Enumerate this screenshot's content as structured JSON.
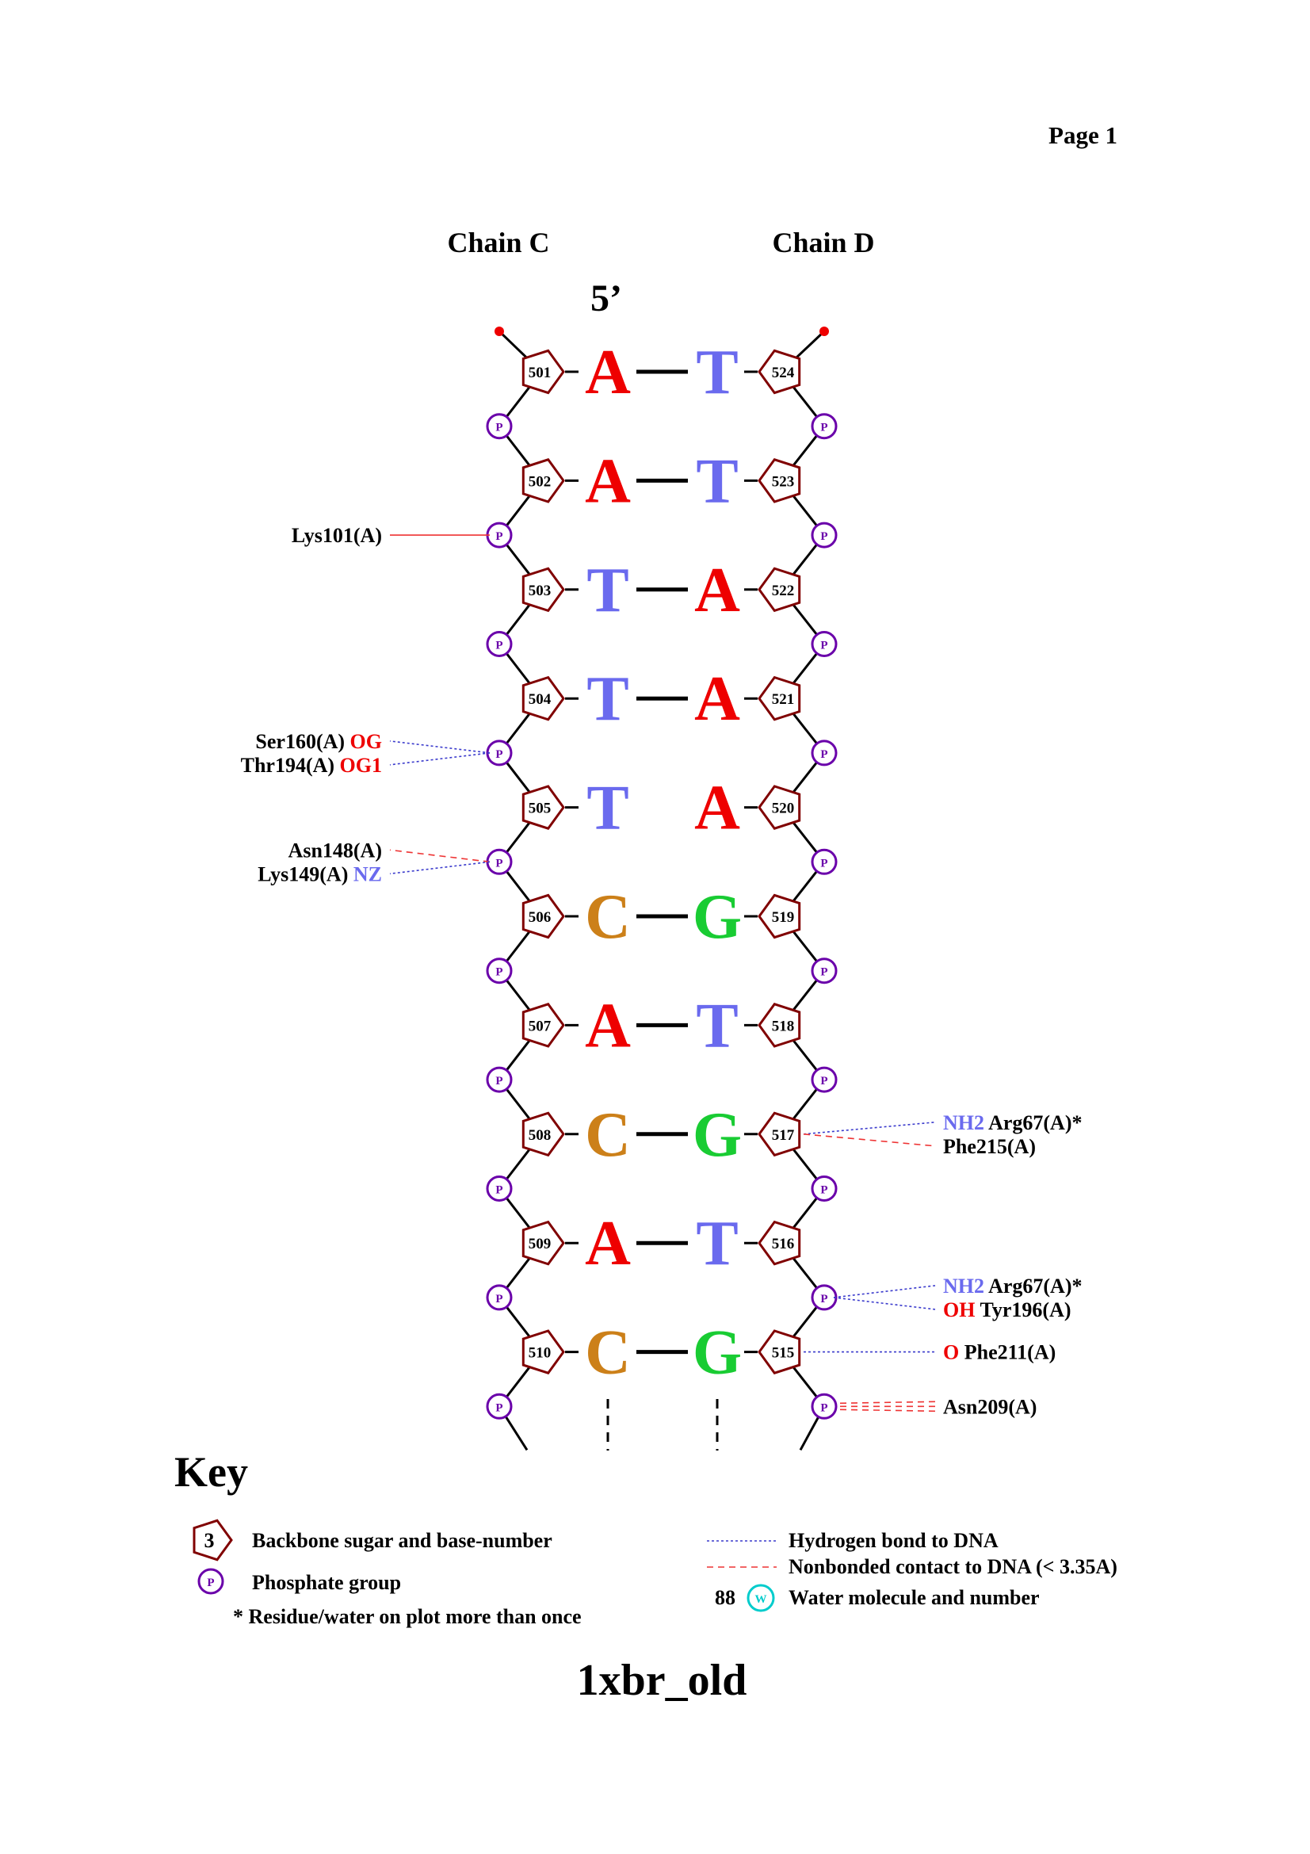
{
  "page_label": "Page 1",
  "chain_left_title": "Chain C",
  "chain_right_title": "Chain D",
  "five_prime": "5’",
  "pairs": [
    {
      "left_num": "501",
      "left_base": "A",
      "right_base": "T",
      "right_num": "524",
      "paired": true
    },
    {
      "left_num": "502",
      "left_base": "A",
      "right_base": "T",
      "right_num": "523",
      "paired": true
    },
    {
      "left_num": "503",
      "left_base": "T",
      "right_base": "A",
      "right_num": "522",
      "paired": true
    },
    {
      "left_num": "504",
      "left_base": "T",
      "right_base": "A",
      "right_num": "521",
      "paired": true
    },
    {
      "left_num": "505",
      "left_base": "T",
      "right_base": "A",
      "right_num": "520",
      "paired": false
    },
    {
      "left_num": "506",
      "left_base": "C",
      "right_base": "G",
      "right_num": "519",
      "paired": true
    },
    {
      "left_num": "507",
      "left_base": "A",
      "right_base": "T",
      "right_num": "518",
      "paired": true
    },
    {
      "left_num": "508",
      "left_base": "C",
      "right_base": "G",
      "right_num": "517",
      "paired": true
    },
    {
      "left_num": "509",
      "left_base": "A",
      "right_base": "T",
      "right_num": "516",
      "paired": true
    },
    {
      "left_num": "510",
      "left_base": "C",
      "right_base": "G",
      "right_num": "515",
      "paired": true
    }
  ],
  "phosphate_label": "P",
  "base_colors": {
    "A": "#ee0000",
    "T": "#6a6aee",
    "C": "#cc8019",
    "G": "#19cc33"
  },
  "colors": {
    "sugar": "#800000",
    "phosphate": "#6a00aa",
    "hbond": "#3a3acc",
    "nonbonded": "#ee3333",
    "atom_red": "#ee0000",
    "atom_blue": "#6a6aee",
    "water": "#00cccc"
  },
  "interactions": [
    {
      "side": "left",
      "anchor": "P1",
      "type": "nonbonded",
      "name": "Lys101(A)",
      "atom": "",
      "atom_color": ""
    },
    {
      "side": "left",
      "anchor": "P3",
      "type": "hbond",
      "name": "Ser160(A)",
      "atom": "OG",
      "atom_color": "red"
    },
    {
      "side": "left",
      "anchor": "P3",
      "type": "hbond",
      "name": "Thr194(A)",
      "atom": "OG1",
      "atom_color": "red"
    },
    {
      "side": "left",
      "anchor": "P4",
      "type": "nonbonded",
      "name": "Asn148(A)",
      "atom": "",
      "atom_color": ""
    },
    {
      "side": "left",
      "anchor": "P4",
      "type": "hbond",
      "name": "Lys149(A)",
      "atom": "NZ",
      "atom_color": "blue"
    },
    {
      "side": "right",
      "anchor": "517",
      "type": "hbond",
      "name": "Arg67(A)*",
      "atom": "NH2",
      "atom_color": "blue"
    },
    {
      "side": "right",
      "anchor": "517",
      "type": "nonbonded",
      "name": "Phe215(A)",
      "atom": "",
      "atom_color": ""
    },
    {
      "side": "right",
      "anchor": "P8",
      "type": "hbond",
      "name": "Arg67(A)*",
      "atom": "NH2",
      "atom_color": "blue"
    },
    {
      "side": "right",
      "anchor": "P8",
      "type": "hbond",
      "name": "Tyr196(A)",
      "atom": "OH",
      "atom_color": "red"
    },
    {
      "side": "right",
      "anchor": "P9",
      "type": "nonbonded",
      "name": "Asn209(A)",
      "atom": "",
      "atom_color": ""
    },
    {
      "side": "right",
      "anchor": "515",
      "type": "hbond",
      "name": "Phe211(A)",
      "atom": "O",
      "atom_color": "red"
    }
  ],
  "key": {
    "title": "Key",
    "sugar_number": "3",
    "sugar_text": "Backbone sugar and base-number",
    "phosphate_text": "Phosphate group",
    "asterisk_text": "* Residue/water on plot more than once",
    "hbond_text": "Hydrogen bond to DNA",
    "nonbonded_text": "Nonbonded contact to DNA (< 3.35A)",
    "water_number": "88",
    "water_label": "W",
    "water_text": "Water molecule and number"
  },
  "structure_name": "1xbr_old"
}
